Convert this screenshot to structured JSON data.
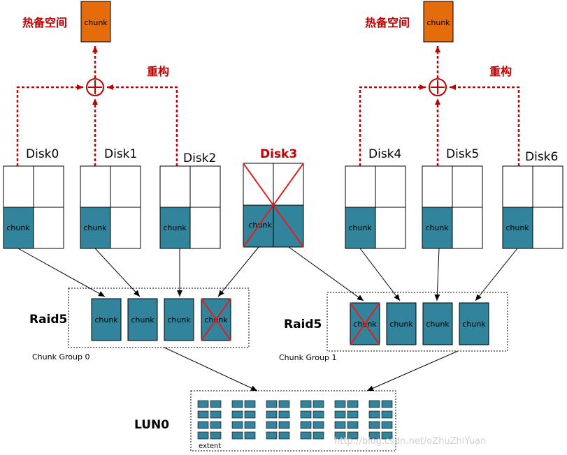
{
  "spare_label": "热备空间",
  "rebuild_label": "重构",
  "chunk_label": "chunk",
  "disks": [
    "Disk0",
    "Disk1",
    "Disk2",
    "Disk3",
    "Disk4",
    "Disk5",
    "Disk6"
  ],
  "failed_disk": "Disk3",
  "raid_label": "Raid5",
  "chunk_groups": [
    "Chunk Group 0",
    "Chunk Group 1"
  ],
  "lun_label": "LUN0",
  "extent_label": "extent",
  "watermark": "http://blog.csdn.net/oZhuZhiYuan",
  "colors": {
    "chunk_fill": "#31849b",
    "spare_fill": "#e46c0a",
    "failure_red": "#e02020",
    "rebuild_red": "#c00000",
    "line": "#000000"
  }
}
